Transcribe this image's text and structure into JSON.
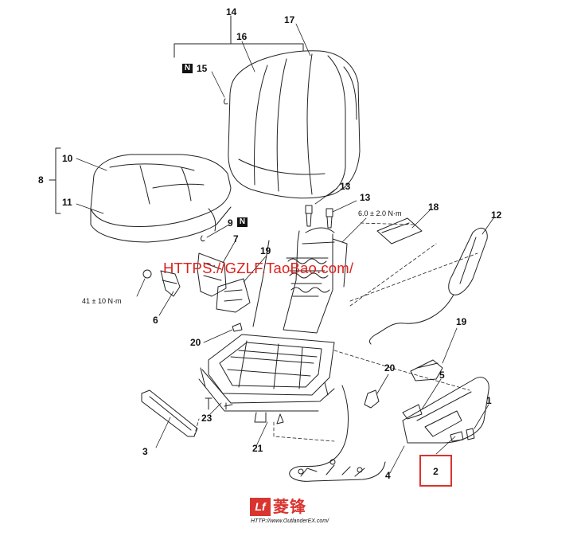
{
  "callouts": {
    "c1": "1",
    "c2": "2",
    "c3": "3",
    "c4": "4",
    "c5": "5",
    "c6": "6",
    "c7": "7",
    "c8": "8",
    "c9": "9",
    "c10": "10",
    "c11": "11",
    "c12": "12",
    "c13a": "13",
    "c13b": "13",
    "c14": "14",
    "c15": "15",
    "c16": "16",
    "c17": "17",
    "c18": "18",
    "c19a": "19",
    "c19b": "19",
    "c20a": "20",
    "c20b": "20",
    "c21": "21",
    "c23": "23"
  },
  "torques": {
    "upper": "6.0 ± 2.0 N·m",
    "left": "41 ± 10 N·m"
  },
  "badges": {
    "n15": "N",
    "n9": "N"
  },
  "watermark": {
    "text": "HTTPS://GZLF.TaoBao.com/",
    "color": "#e0201d"
  },
  "highlight": {
    "label": "2",
    "color": "#d9342f"
  },
  "logo": {
    "badge": "Lf",
    "brand": "菱锋",
    "url": "HTTP://www.OutlanderEX.com/"
  }
}
